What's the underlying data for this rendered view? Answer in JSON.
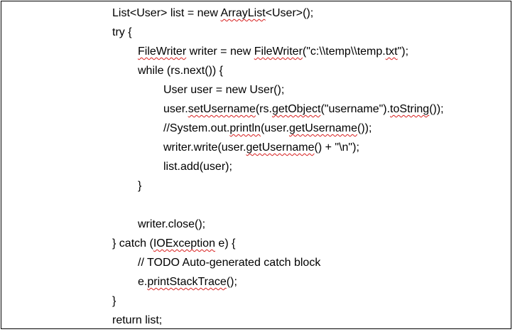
{
  "code": {
    "lines": [
      {
        "indent": 0,
        "segments": [
          {
            "t": "List<User> list = new "
          },
          {
            "t": "ArrayList",
            "sq": true
          },
          {
            "t": "<User>();"
          }
        ]
      },
      {
        "indent": 0,
        "segments": [
          {
            "t": "try {"
          }
        ]
      },
      {
        "indent": 1,
        "segments": [
          {
            "t": "FileWriter",
            "sq": true
          },
          {
            "t": " writer = new "
          },
          {
            "t": "FileWriter",
            "sq": true
          },
          {
            "t": "(\"c:\\\\temp\\\\temp."
          },
          {
            "t": "txt",
            "sq": true
          },
          {
            "t": "\");"
          }
        ]
      },
      {
        "indent": 1,
        "segments": [
          {
            "t": "while (rs.next()) {"
          }
        ]
      },
      {
        "indent": 2,
        "segments": [
          {
            "t": "User user = new User();"
          }
        ]
      },
      {
        "indent": 2,
        "segments": [
          {
            "t": "user."
          },
          {
            "t": "setUsername",
            "sq": true
          },
          {
            "t": "(rs."
          },
          {
            "t": "getObject",
            "sq": true
          },
          {
            "t": "(\"username\")."
          },
          {
            "t": "toString",
            "sq": true
          },
          {
            "t": "());"
          }
        ]
      },
      {
        "indent": 2,
        "segments": [
          {
            "t": "//System.out."
          },
          {
            "t": "println",
            "sq": true
          },
          {
            "t": "(user."
          },
          {
            "t": "getUsername",
            "sq": true
          },
          {
            "t": "());"
          }
        ]
      },
      {
        "indent": 2,
        "segments": [
          {
            "t": "writer.write(user."
          },
          {
            "t": "getUsername",
            "sq": true
          },
          {
            "t": "() + \"\\n\");"
          }
        ]
      },
      {
        "indent": 2,
        "segments": [
          {
            "t": "list.add(user);"
          }
        ]
      },
      {
        "indent": 1,
        "segments": [
          {
            "t": "}"
          }
        ]
      },
      {
        "indent": 1,
        "segments": [
          {
            "t": ""
          }
        ]
      },
      {
        "indent": 1,
        "segments": [
          {
            "t": "writer.close();"
          }
        ]
      },
      {
        "indent": 0,
        "segments": [
          {
            "t": "} catch ("
          },
          {
            "t": "IOException",
            "sq": true
          },
          {
            "t": " e) {"
          }
        ]
      },
      {
        "indent": 1,
        "segments": [
          {
            "t": "// TODO Auto-generated catch block"
          }
        ]
      },
      {
        "indent": 1,
        "segments": [
          {
            "t": "e."
          },
          {
            "t": "printStackTrace",
            "sq": true
          },
          {
            "t": "();"
          }
        ]
      },
      {
        "indent": 0,
        "segments": [
          {
            "t": "}"
          }
        ]
      },
      {
        "indent": 0,
        "segments": [
          {
            "t": "return list;"
          }
        ]
      }
    ]
  }
}
